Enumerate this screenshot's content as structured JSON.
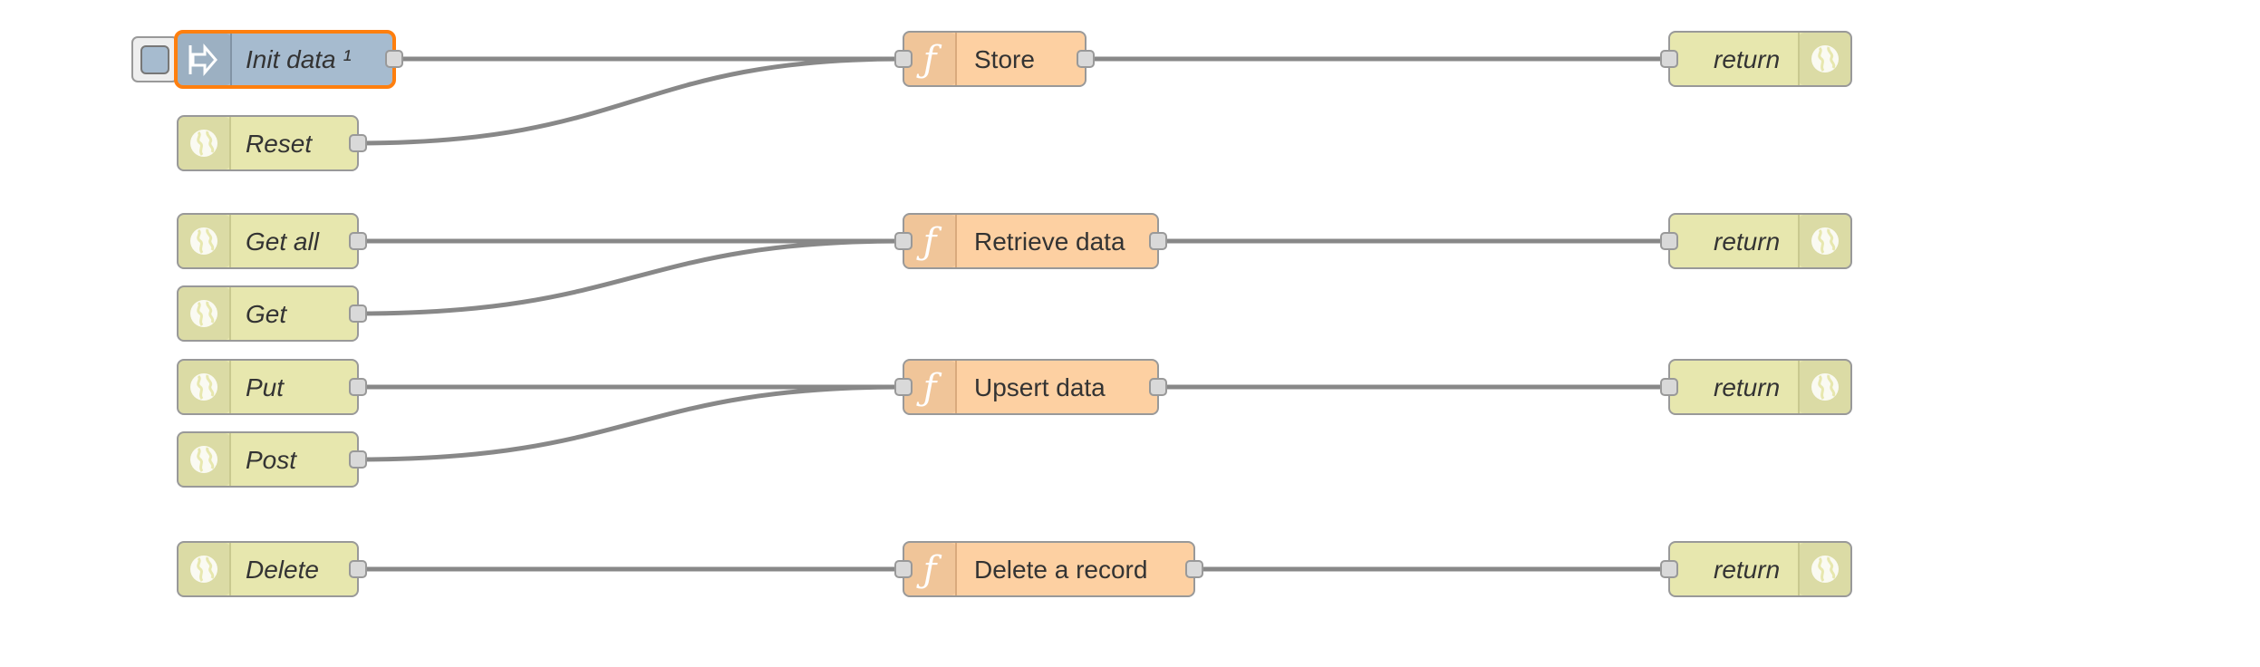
{
  "flow": {
    "inject": {
      "label": "Init data ¹",
      "icon": "arrow-in-icon",
      "color": "#a6bbcf",
      "selected_border": "#ff7f0e"
    },
    "http_in": [
      {
        "id": "reset",
        "label": "Reset",
        "icon": "globe-icon"
      },
      {
        "id": "get-all",
        "label": "Get all",
        "icon": "globe-icon"
      },
      {
        "id": "get",
        "label": "Get",
        "icon": "globe-icon"
      },
      {
        "id": "put",
        "label": "Put",
        "icon": "globe-icon"
      },
      {
        "id": "post",
        "label": "Post",
        "icon": "globe-icon"
      },
      {
        "id": "delete",
        "label": "Delete",
        "icon": "globe-icon"
      }
    ],
    "functions": [
      {
        "id": "store",
        "label": "Store",
        "icon": "function-icon"
      },
      {
        "id": "retrieve",
        "label": "Retrieve data",
        "icon": "function-icon"
      },
      {
        "id": "upsert",
        "label": "Upsert data",
        "icon": "function-icon"
      },
      {
        "id": "delete-record",
        "label": "Delete a record",
        "icon": "function-icon"
      }
    ],
    "http_response": [
      {
        "id": "return-1",
        "label": "return",
        "icon": "globe-icon"
      },
      {
        "id": "return-2",
        "label": "return",
        "icon": "globe-icon"
      },
      {
        "id": "return-3",
        "label": "return",
        "icon": "globe-icon"
      },
      {
        "id": "return-4",
        "label": "return",
        "icon": "globe-icon"
      }
    ],
    "colors": {
      "http_node": "#e7e7ae",
      "function_node": "#fdd0a2",
      "inject_node": "#a6bbcf",
      "wire": "#888888"
    }
  }
}
